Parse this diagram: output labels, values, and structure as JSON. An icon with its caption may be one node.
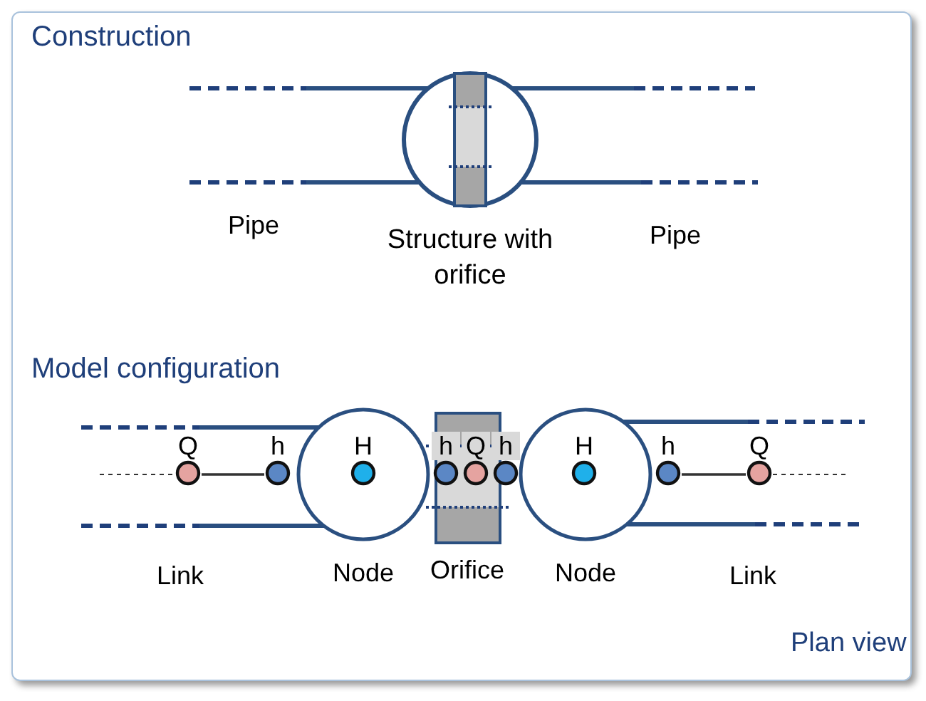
{
  "diagram": {
    "nodes": [
      {
        "text": [
          "Structure with orifice"
        ]
      },
      {
        "text": [
          "Node"
        ]
      },
      {
        "text": [
          "Orifice"
        ]
      },
      {
        "text": [
          "Node"
        ]
      },
      {
        "text": [
          "Q"
        ]
      },
      {
        "text": [
          "h"
        ]
      },
      {
        "text": [
          "H"
        ],
        "in": 1
      },
      {
        "text": [
          "h"
        ]
      },
      {
        "text": [
          "Q"
        ],
        "in": 2
      },
      {
        "text": [
          "h"
        ]
      },
      {
        "text": [
          "H"
        ],
        "in": 3
      },
      {
        "text": [
          "h"
        ]
      },
      {
        "text": [
          "Q"
        ]
      }
    ],
    "edges": [
      {
        "from": null,
        "to": 4,
        "arrow": "none",
        "style": "dashed"
      },
      {
        "from": 4,
        "to": 5,
        "arrow": "none"
      },
      {
        "from": 11,
        "to": 12,
        "arrow": "none"
      },
      {
        "from": 12,
        "to": null,
        "arrow": "none",
        "style": "dashed"
      }
    ],
    "labels": [
      "Construction",
      "Pipe",
      "Pipe",
      "Model configuration",
      "Link",
      "Link",
      "Plan view"
    ]
  }
}
